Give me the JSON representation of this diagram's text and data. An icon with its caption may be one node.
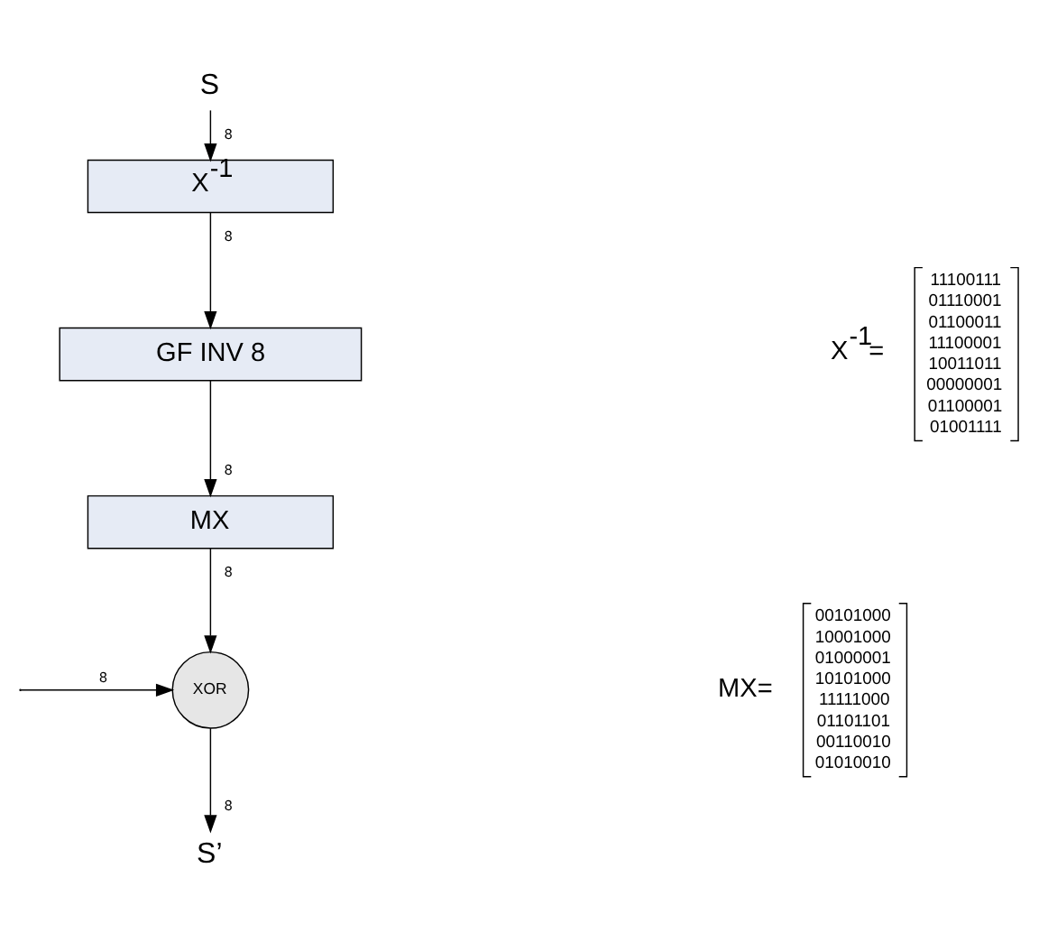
{
  "diagram": {
    "nodes": [
      {
        "text": [
          "S"
        ]
      },
      {
        "text": [
          "X$^{-1}$"
        ]
      },
      {
        "text": [
          "GF INV 8"
        ]
      },
      {
        "text": [
          "MX"
        ]
      },
      {
        "text": [
          "XOR"
        ]
      },
      {
        "text": [
          "S’"
        ]
      }
    ],
    "edges": [
      {
        "from": 0,
        "to": 1,
        "arrow": "to",
        "label": "8"
      },
      {
        "from": 1,
        "to": 2,
        "arrow": "to",
        "label": "8"
      },
      {
        "from": 2,
        "to": 3,
        "arrow": "to",
        "label": "8"
      },
      {
        "from": 3,
        "to": 4,
        "arrow": "to",
        "label": "8"
      },
      {
        "from": null,
        "to": 4,
        "arrow": "to",
        "label": "8"
      },
      {
        "from": 4,
        "to": 5,
        "arrow": "to",
        "label": "8"
      }
    ],
    "labels": [
      "X$^{-1}$=",
      "11100111",
      "01110001",
      "01100011",
      "11100001",
      "10011011",
      "00000001",
      "01100001",
      "01001111",
      "MX=",
      "00101000",
      "10001000",
      "01000001",
      "10101000",
      "11111000",
      "01101101",
      "00110010",
      "01010010"
    ]
  }
}
